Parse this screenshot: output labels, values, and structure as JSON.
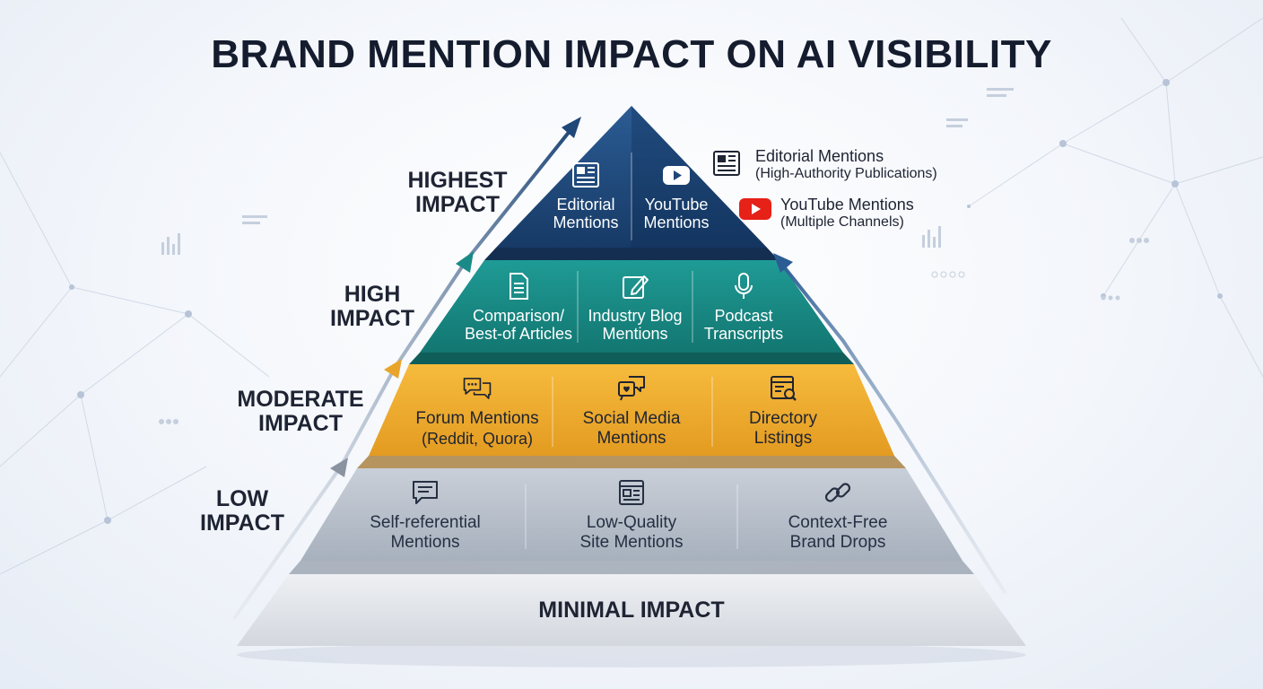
{
  "title": "BRAND MENTION IMPACT ON AI VISIBILITY",
  "levels": {
    "highest": [
      "HIGHEST",
      "IMPACT"
    ],
    "high": [
      "HIGH",
      "IMPACT"
    ],
    "moderate": [
      "MODERATE",
      "IMPACT"
    ],
    "low": [
      "LOW",
      "IMPACT"
    ],
    "minimal": "MINIMAL IMPACT"
  },
  "tiers": {
    "top": [
      {
        "line1": "Editorial",
        "line2": "Mentions",
        "icon": "newspaper-icon"
      },
      {
        "line1": "YouTube",
        "line2": "Mentions",
        "icon": "youtube-play-icon"
      }
    ],
    "high": [
      {
        "line1": "Comparison/",
        "line2": "Best-of Articles",
        "icon": "document-icon"
      },
      {
        "line1": "Industry Blog",
        "line2": "Mentions",
        "icon": "pencil-edit-icon"
      },
      {
        "line1": "Podcast",
        "line2": "Transcripts",
        "icon": "microphone-icon"
      }
    ],
    "moderate": [
      {
        "line1": "Forum Mentions",
        "line2": "(Reddit, Quora)",
        "icon": "chat-bubbles-icon"
      },
      {
        "line1": "Social Media",
        "line2": "Mentions",
        "icon": "social-chat-icon"
      },
      {
        "line1": "Directory",
        "line2": "Listings",
        "icon": "directory-search-icon"
      }
    ],
    "low": [
      {
        "line1": "Self-referential",
        "line2": "Mentions",
        "icon": "comment-icon"
      },
      {
        "line1": "Low-Quality",
        "line2": "Site Mentions",
        "icon": "webpage-icon"
      },
      {
        "line1": "Context-Free",
        "line2": "Brand Drops",
        "icon": "link-icon"
      }
    ]
  },
  "legend": [
    {
      "label": "Editorial Mentions",
      "sub": "(High-Authority Publications)",
      "icon": "newspaper-icon"
    },
    {
      "label": "YouTube Mentions",
      "sub": "(Multiple Channels)",
      "icon": "youtube-logo-icon"
    }
  ],
  "colors": {
    "top": "#1f4778",
    "high": "#1a8a86",
    "moderate": "#eaa52a",
    "low": "#b8c0cc",
    "base": "#e3e6eb",
    "youtube_red": "#e62117"
  }
}
